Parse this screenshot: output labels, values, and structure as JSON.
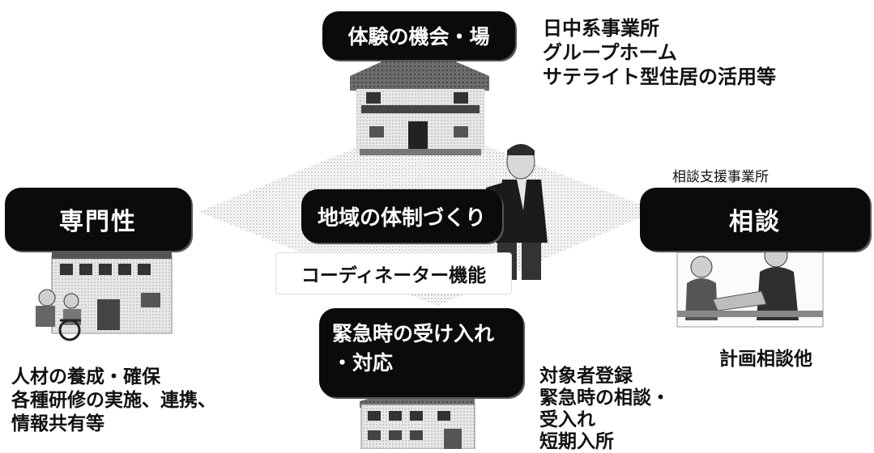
{
  "top": {
    "title": "体験の機会・場",
    "notes": [
      "日中系事業所",
      "グループホーム",
      "サテライト型住居の活用等"
    ]
  },
  "left": {
    "title": "専門性",
    "notes": [
      "人材の養成・確保",
      "各種研修の実施、連携、",
      "情報共有等"
    ]
  },
  "right": {
    "label": "相談支援事業所",
    "title": "相談",
    "notes": [
      "計画相談他"
    ]
  },
  "center": {
    "title": "地域の体制づくり",
    "coordinator": "コーディネーター機能"
  },
  "bottom": {
    "title_line1": "緊急時の受け入れ",
    "title_line2": "・対応",
    "notes": [
      "対象者登録",
      "緊急時の相談・",
      "受入れ",
      "短期入所"
    ]
  }
}
